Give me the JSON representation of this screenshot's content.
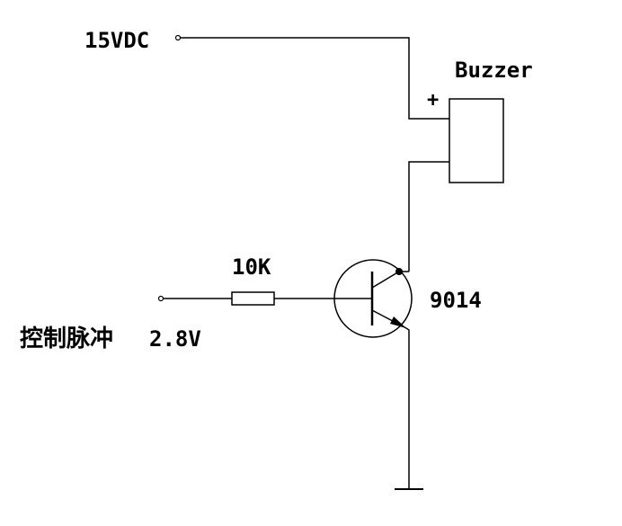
{
  "labels": {
    "supply": "15VDC",
    "buzzer": "Buzzer",
    "plus": "+",
    "resistor": "10K",
    "transistor": "9014",
    "control": "控制脉冲",
    "control_voltage": "2.8V"
  },
  "colors": {
    "wire": "#000000",
    "background": "#ffffff"
  }
}
